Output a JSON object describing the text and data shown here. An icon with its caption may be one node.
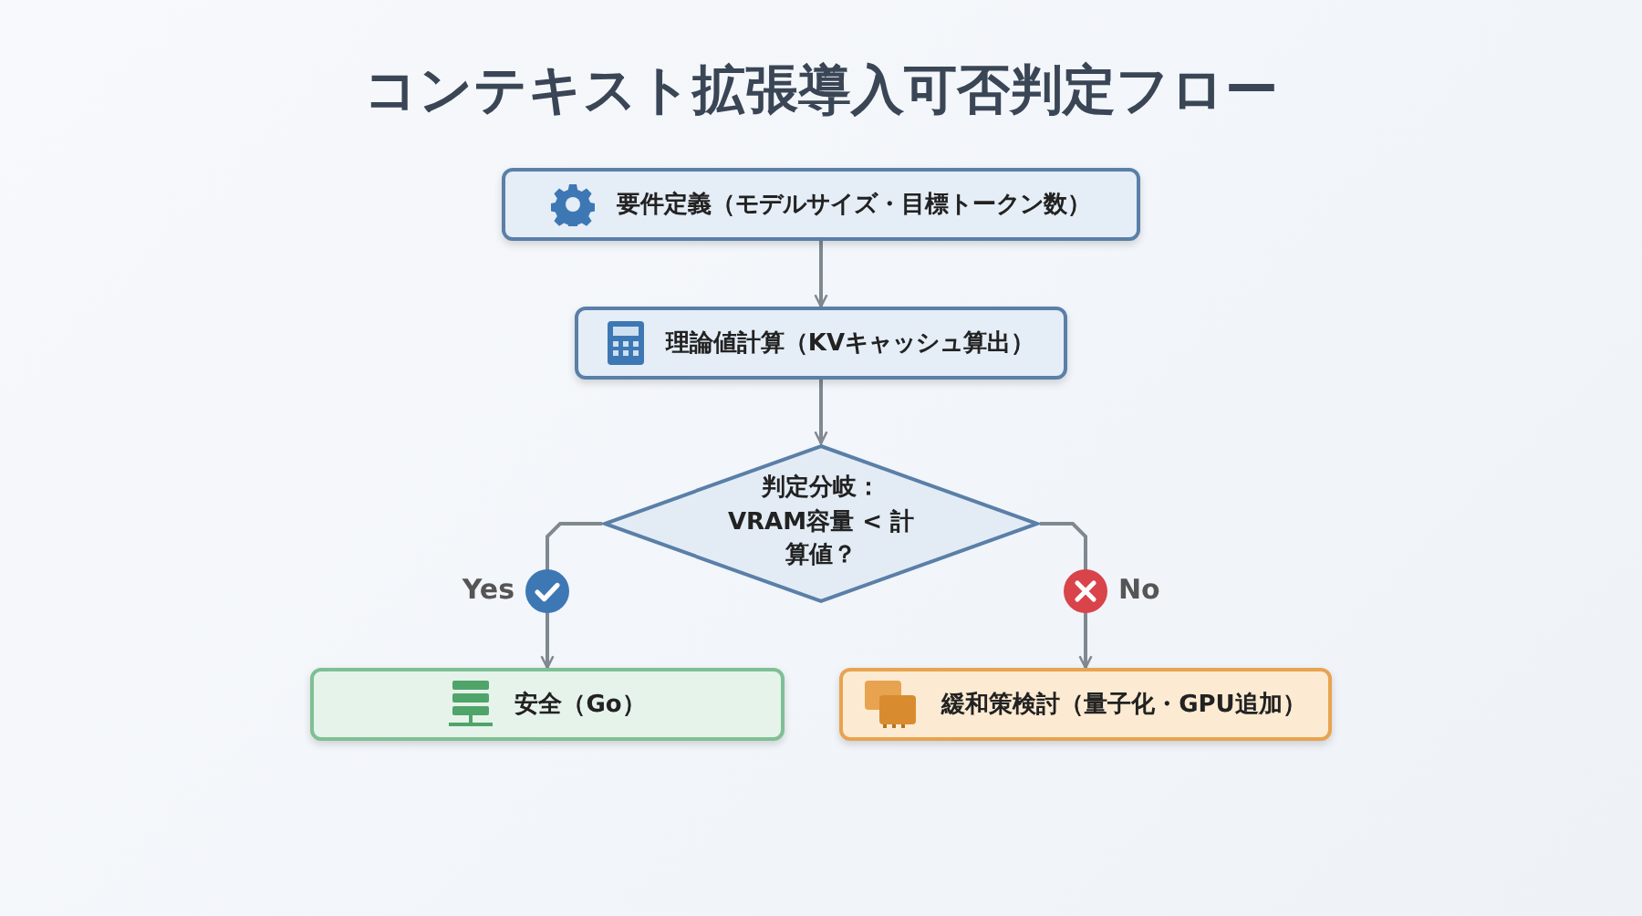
{
  "diagram": {
    "title": "コンテキスト拡張導入可否判定フロー",
    "nodes": [
      {
        "text": [
          "要件定義（モデルサイズ・目標トークン数）"
        ]
      },
      {
        "text": [
          "理論値計算（KVキャッシュ算出）"
        ]
      },
      {
        "text": [
          "判定分岐： VRAM容量 < 計算値？"
        ]
      },
      {
        "text": [
          "安全（Go）"
        ]
      },
      {
        "text": [
          "緩和策検討（量子化・GPU追加）"
        ]
      }
    ],
    "edges": [
      {
        "from": 0,
        "to": 1,
        "arrow": "to"
      },
      {
        "from": 1,
        "to": 2,
        "arrow": "to"
      },
      {
        "from": 2,
        "to": 3,
        "arrow": "to",
        "label": "Yes"
      },
      {
        "from": 2,
        "to": 4,
        "arrow": "to",
        "label": "No"
      }
    ]
  }
}
